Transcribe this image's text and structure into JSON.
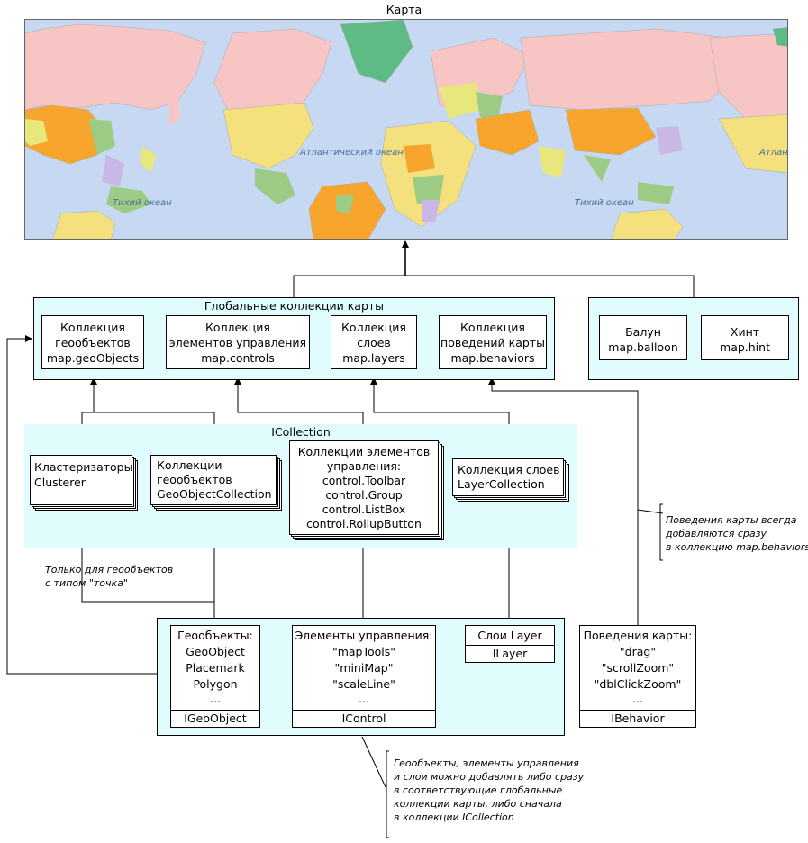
{
  "map": {
    "title": "Карта",
    "ocean_labels": [
      "Тихий океан",
      "Атлантический океан",
      "Тихий океан",
      "Атлан"
    ]
  },
  "global": {
    "title": "Глобальные коллекции карты",
    "geoobjects": [
      "Коллекция",
      "геообъектов",
      "map.geoObjects"
    ],
    "controls": [
      "Коллекция",
      "элементов управления",
      "map.controls"
    ],
    "layers": [
      "Коллекция",
      "слоев",
      "map.layers"
    ],
    "behaviors": [
      "Коллекция",
      "поведений карты",
      "map.behaviors"
    ]
  },
  "popup": {
    "balloon": [
      "Балун",
      "map.balloon"
    ],
    "hint": [
      "Хинт",
      "map.hint"
    ]
  },
  "icollection": {
    "title": "ICollection",
    "clusterers": [
      "Кластеризаторы",
      "Clusterer"
    ],
    "geocollections": [
      "Коллекции",
      "геообъектов",
      "GeoObjectCollection"
    ],
    "controlcollections": [
      "Коллекции элементов",
      "управления:",
      "control.Toolbar",
      "control.Group",
      "control.ListBox",
      "control.RollupButton"
    ],
    "layercollection": [
      "Коллекция слоев",
      "LayerCollection"
    ]
  },
  "notes": {
    "only_points": [
      "Только для геообъектов",
      "с типом \"точка\""
    ],
    "behaviors_added": [
      "Поведения карты всегда",
      "добавляются сразу",
      "в коллекцию map.behaviors"
    ],
    "bottom": [
      "Геообъекты, элементы управления",
      "и слои можно добавлять либо сразу",
      "в соответствующие глобальные",
      "коллекции карты, либо сначала",
      "в коллекции ICollection"
    ]
  },
  "items": {
    "geoobjects": {
      "lines": [
        "Геообъекты:",
        "GeoObject",
        "Placemark",
        "Polygon",
        "..."
      ],
      "iface": "IGeoObject"
    },
    "controls": {
      "lines": [
        "Элементы управления:",
        "\"mapTools\"",
        "\"miniMap\"",
        "\"scaleLine\"",
        "..."
      ],
      "iface": "IControl"
    },
    "layers": {
      "lines": [
        "Слои Layer"
      ],
      "iface": "ILayer"
    },
    "behaviors": {
      "lines": [
        "Поведения карты:",
        "\"drag\"",
        "\"scrollZoom\"",
        "\"dblClickZoom\"",
        "..."
      ],
      "iface": "IBehavior"
    }
  },
  "colors": {
    "ocean": "#c6d8f2",
    "panel_cyan": "#e0fcfc",
    "icollection_bg": "#e0fcfc"
  }
}
